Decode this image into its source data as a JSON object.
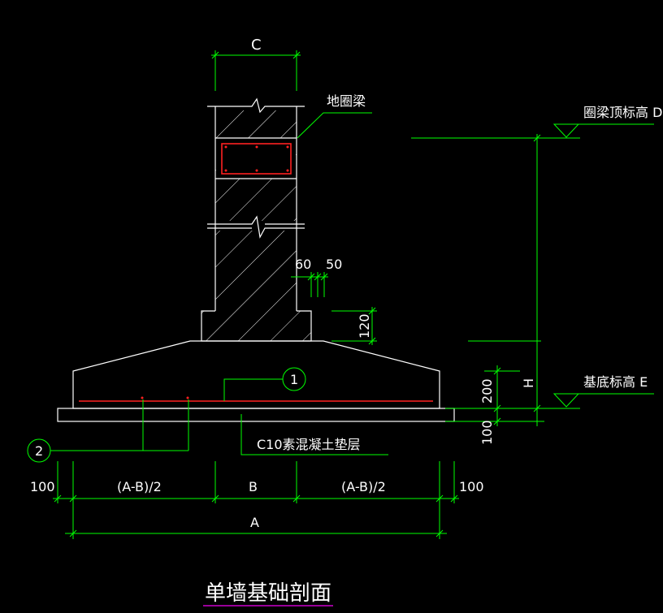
{
  "colors": {
    "background": "#000000",
    "outline": "#ffffff",
    "dimension": "#00ff00",
    "rebar": "#ff2020",
    "title_underline": "#cc00cc"
  },
  "labels": {
    "dim_c": "C",
    "ring_beam": "地圈梁",
    "ring_beam_top": "圈梁顶标高 D",
    "dim_60": "60",
    "dim_50": "50",
    "dim_120": "120",
    "dim_200": "200",
    "dim_h": "H",
    "base_elev": "基底标高 E",
    "dim_100_bottom": "100",
    "rebar_1": "1",
    "rebar_2": "2",
    "cushion": "C10素混凝土垫层",
    "dim_100_left": "100",
    "dim_ab_left": "(A-B)/2",
    "dim_b": "B",
    "dim_ab_right": "(A-B)/2",
    "dim_100_right": "100",
    "dim_a": "A"
  },
  "title": "单墙基础剖面"
}
